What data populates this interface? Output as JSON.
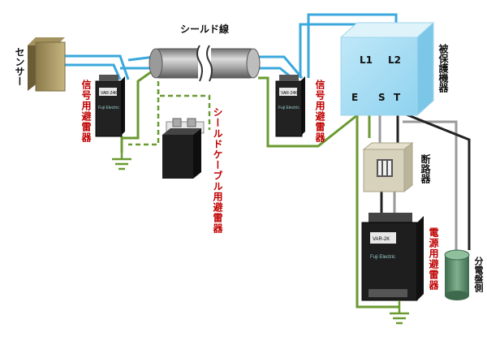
{
  "title": "シールド線",
  "labels": {
    "sensor": "センサー",
    "signal_arrester_left": "信号用避雷器",
    "signal_arrester_right": "信号用避雷器",
    "shield_cable_arrester": "シールドケーブル用避雷器",
    "protected_device": "被保護機器",
    "breaker": "断路器",
    "power_arrester": "電源用避雷器",
    "distribution_board": "分電盤側"
  },
  "terminals": {
    "l1": "L1",
    "l2": "L2",
    "e": "E",
    "s": "S",
    "t": "T"
  },
  "device_text": {
    "signal_model": "VAR-24K",
    "power_model": "VAR-2K",
    "brand": "Fuji Electric"
  },
  "colors": {
    "signal_wire": "#3aa8dd",
    "ground_wire": "#6a9a30",
    "power_wire_black": "#222222",
    "power_wire_gray": "#999999",
    "label_red": "#c00000"
  }
}
